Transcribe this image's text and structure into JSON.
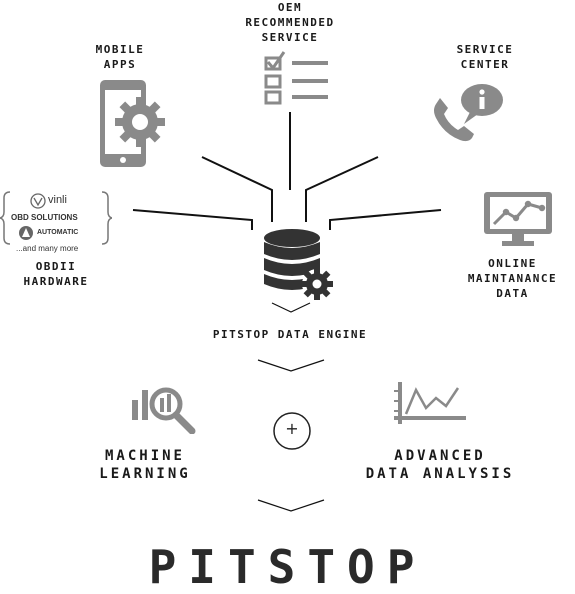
{
  "nodes": {
    "oem": [
      "OEM",
      "RECOMMENDED",
      "SERVICE"
    ],
    "mobile": [
      "MOBILE",
      "APPS"
    ],
    "service_center": [
      "SERVICE",
      "CENTER"
    ],
    "obdii": [
      "OBDII",
      "HARDWARE"
    ],
    "online": [
      "ONLINE",
      "MAINTANANCE",
      "DATA"
    ]
  },
  "obd_logos": {
    "vinli": "vinli",
    "obd_solutions": "OBD SOLUTIONS",
    "automatic": "AUTOMATIC",
    "more": "...and many more"
  },
  "engine": {
    "label": "PITSTOP DATA ENGINE"
  },
  "outputs": {
    "machine_learning": [
      "MACHINE",
      "LEARNING"
    ],
    "data_analysis": [
      "ADVANCED",
      "DATA ANALYSIS"
    ],
    "plus": "+"
  },
  "brand": "PITSTOP",
  "colors": {
    "icon_gray": "#8a8a8a",
    "text": "#1a1a1a"
  },
  "icons": [
    "phone-gear-icon",
    "checklist-icon",
    "phone-info-icon",
    "database-gear-icon",
    "monitor-chart-icon",
    "magnifier-bars-icon",
    "line-chart-icon"
  ]
}
